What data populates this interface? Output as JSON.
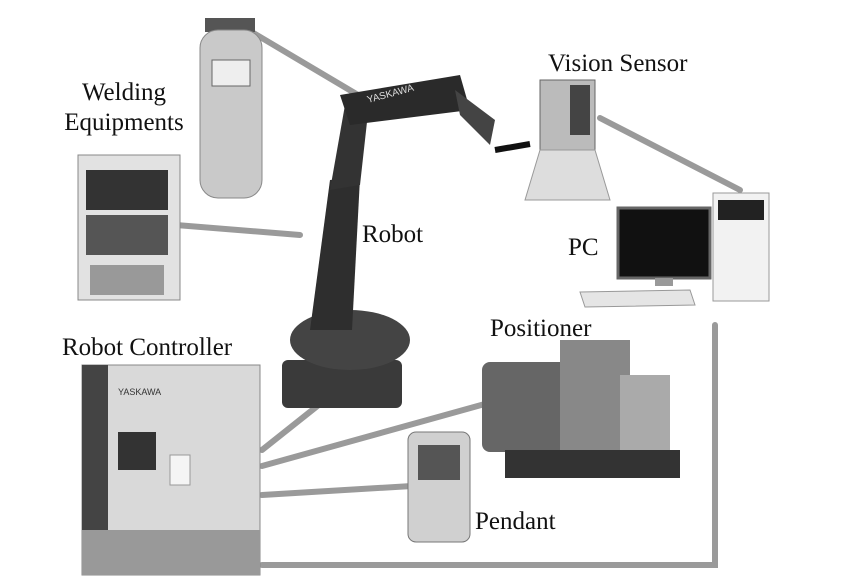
{
  "labels": {
    "welding_line1": "Welding",
    "welding_line2": "Equipments",
    "robot": "Robot",
    "vision_sensor": "Vision Sensor",
    "pc": "PC",
    "positioner": "Positioner",
    "robot_controller": "Robot Controller",
    "pendant": "Pendant"
  },
  "logos": {
    "robot_brand": "YASKAWA",
    "controller_brand": "YASKAWA"
  },
  "colors": {
    "connection": "#9a9a9a",
    "device_dark": "#3a3a3a",
    "device_light": "#d6d6d6"
  }
}
